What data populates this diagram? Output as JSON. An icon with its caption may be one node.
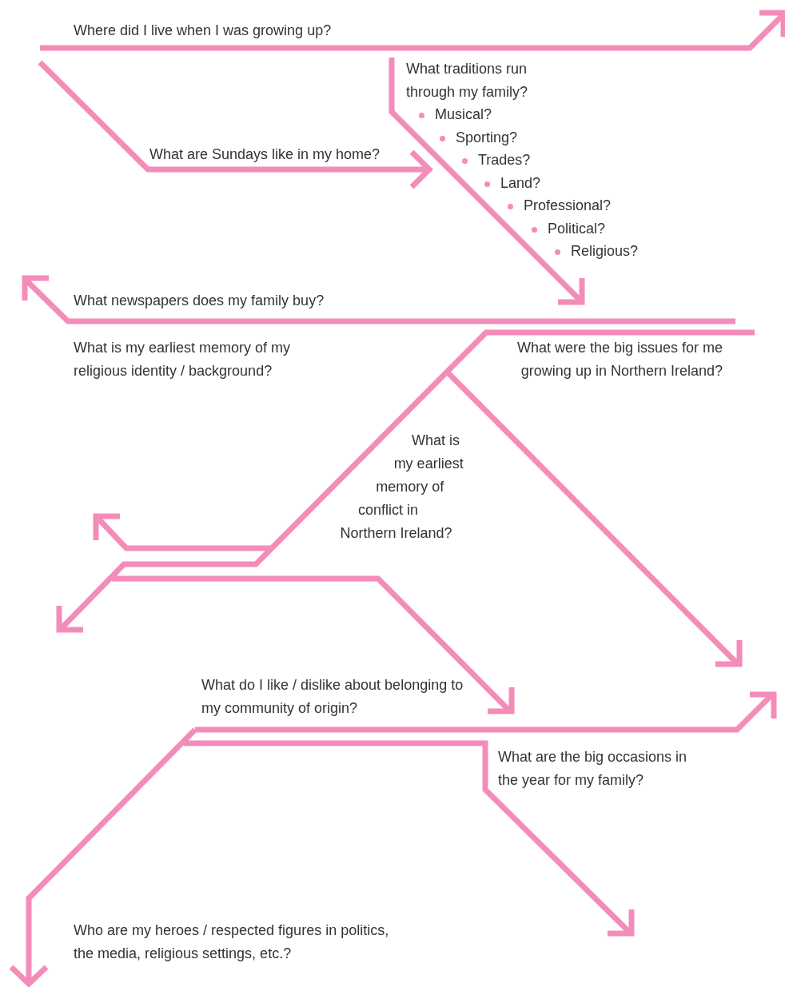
{
  "diagram": {
    "labels": [
      "Where did I live when I was growing up?",
      "What traditions run through my family?",
      "Musical?",
      "Sporting?",
      "Trades?",
      "Land?",
      "Professional?",
      "Political?",
      "Religious?",
      "What are Sundays like in my home?",
      "What newspapers does my family buy?",
      "What is my earliest memory of my religious identity / background?",
      "What were the big issues for me growing up in Northern Ireland?",
      "What is my earliest memory of conflict in Northern Ireland?",
      "What do I like / dislike about belonging to my community of origin?",
      "What are the big occasions in the year for my family?",
      "Who are my heroes / respected figures in politics, the media, religious settings, etc.?"
    ]
  }
}
